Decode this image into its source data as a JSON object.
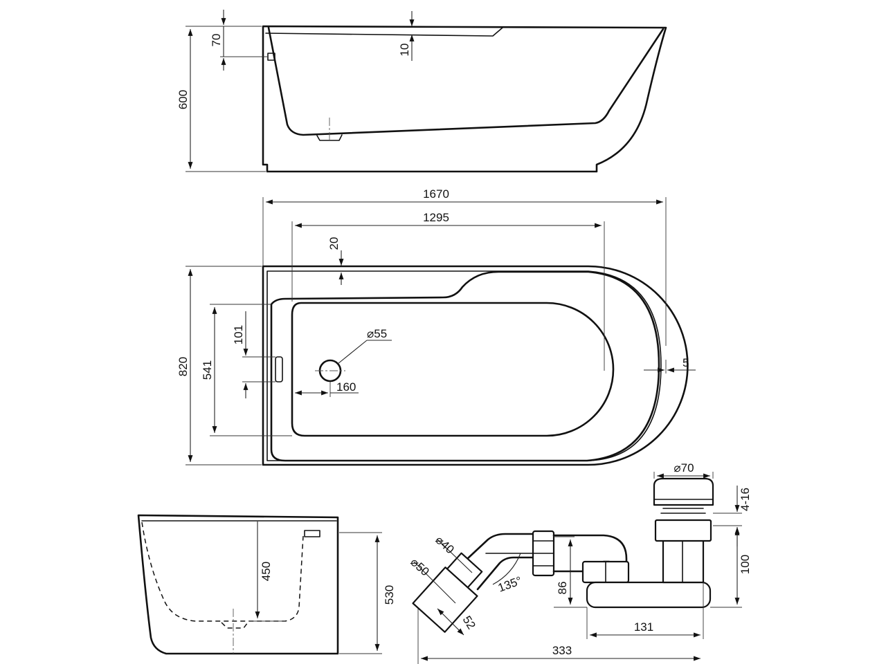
{
  "dimensions": {
    "side_depth_total": "600",
    "side_overflow_offset": "70",
    "side_rim_thickness": "10",
    "overall_length": "1670",
    "inner_length": "1295",
    "rim_width": "20",
    "overall_width": "820",
    "inner_width": "541",
    "overflow_span": "101",
    "drain_diameter": "⌀55",
    "drain_offset": "160",
    "edge_offset": "5",
    "end_depth_inner": "450",
    "end_height": "530",
    "waste_diameter_40": "⌀40",
    "waste_diameter_50": "⌀50",
    "waste_angle": "135°",
    "waste_outlet_length": "52",
    "waste_pipe_height": "86",
    "waste_trap_height": "100",
    "waste_plug_diameter": "⌀70",
    "waste_plug_range": "4-16",
    "waste_trap_length": "131",
    "waste_total_length": "333"
  }
}
